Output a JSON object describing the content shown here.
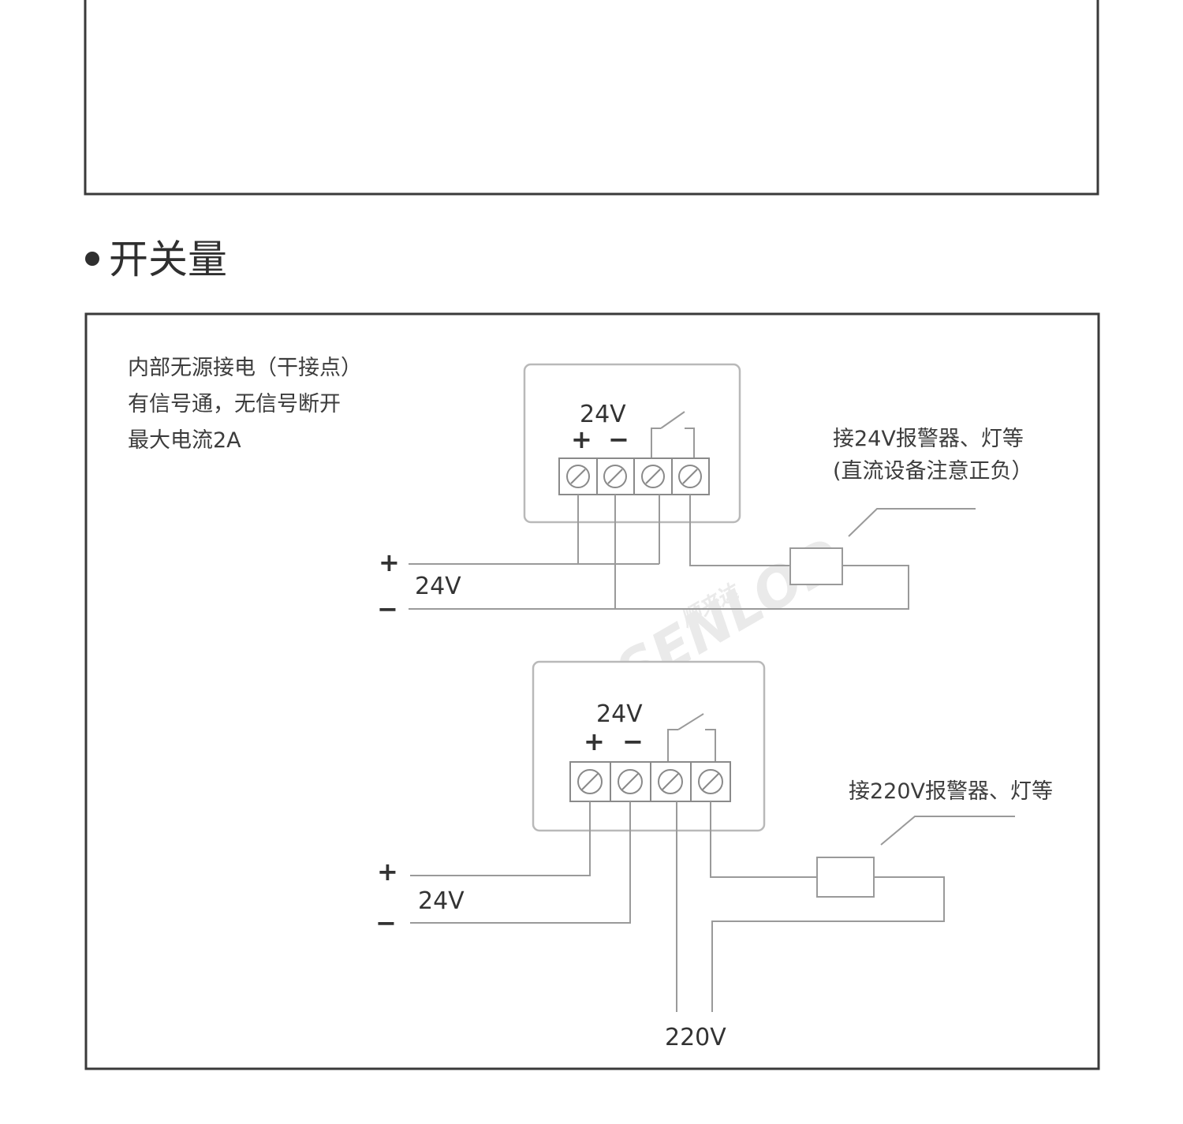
{
  "section_title": "开关量",
  "description": [
    "内部无源接电（干接点）",
    "有信号通，无信号断开",
    "最大电流2A"
  ],
  "diagram_top": {
    "module_voltage": "24V",
    "plus": "+",
    "minus": "−",
    "supply_voltage": "24V",
    "load_note": [
      "接24V报警器、灯等",
      "(直流设备注意正负）"
    ]
  },
  "diagram_bottom": {
    "module_voltage": "24V",
    "plus": "+",
    "minus": "−",
    "supply_voltage": "24V",
    "load_note": "接220V报警器、灯等",
    "mains_voltage": "220V"
  },
  "watermark": {
    "brand": "SENLOD",
    "cn": "顺来达"
  }
}
